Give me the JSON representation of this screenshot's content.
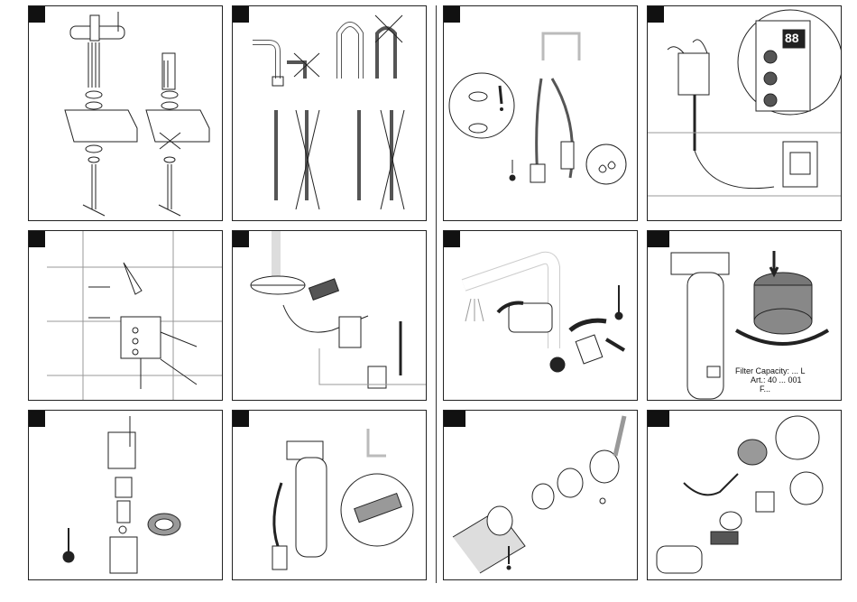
{
  "document": {
    "filter_label": {
      "capacity": "Filter Capacity: ... L",
      "article": "Art.: 40 ... 001",
      "f": "F..."
    },
    "display_value": "88"
  }
}
